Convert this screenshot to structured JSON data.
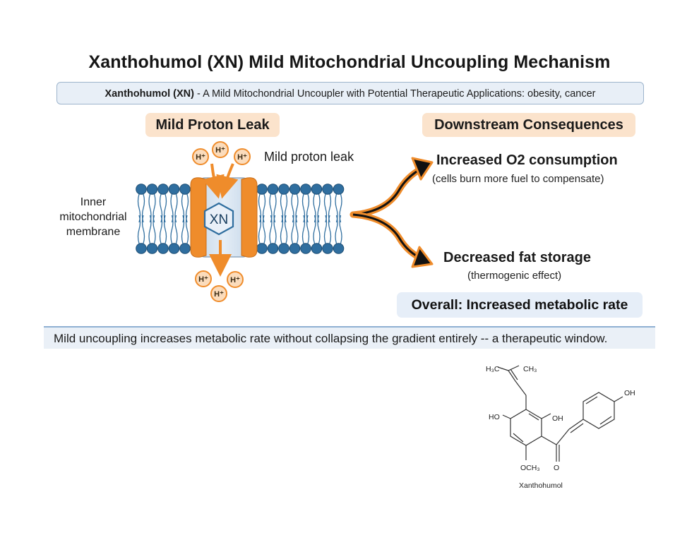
{
  "title": "Xanthohumol (XN) Mild Mitochondrial Uncoupling Mechanism",
  "subtitle": {
    "bold": "Xanthohumol (XN)",
    "rest": " - A Mild Mitochondrial Uncoupler with Potential Therapeutic Applications: obesity, cancer"
  },
  "sections": {
    "left": "Mild Proton Leak",
    "right": "Downstream Consequences"
  },
  "membrane": {
    "label_line1": "Inner",
    "label_line2": "mitochondrial",
    "label_line3": "membrane",
    "channel_label": "XN",
    "leak_label": "Mild proton leak",
    "proton": "H⁺"
  },
  "consequences": [
    {
      "main": "Increased O2 consumption",
      "sub": "(cells burn more fuel to compensate)"
    },
    {
      "main": "Decreased fat storage",
      "sub": "(thermogenic effect)"
    }
  ],
  "overall": "Overall: Increased metabolic rate",
  "footer": "Mild uncoupling increases metabolic rate without collapsing the gradient entirely -- a therapeutic window.",
  "structure": {
    "name": "Xanthohumol",
    "labels": {
      "h3c": "H₃C",
      "ch3": "CH₃",
      "oh_top": "OH",
      "ho_left": "HO",
      "oh_mid": "OH",
      "och3": "OCH₃",
      "o": "O"
    }
  },
  "colors": {
    "accent_orange": "#ef8c2b",
    "section_bg": "#fbe3cc",
    "phospholipid_head": "#2f6e9f",
    "box_blue": "#e8eff7"
  }
}
